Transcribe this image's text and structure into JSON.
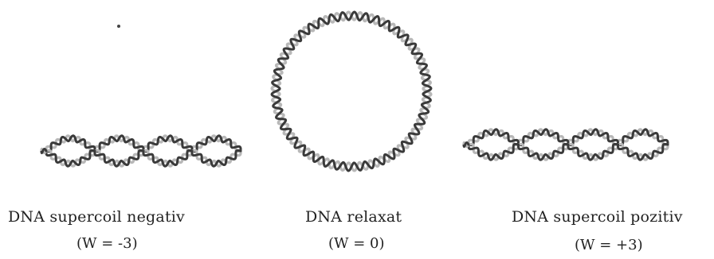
{
  "panels": [
    {
      "id": "negative",
      "label": "DNA supercoil negativ",
      "w": "(W = -3)"
    },
    {
      "id": "relaxed",
      "label": "DNA relaxat",
      "w": "(W = 0)"
    },
    {
      "id": "positive",
      "label": "DNA supercoil pozitiv",
      "w": "(W = +3)"
    }
  ],
  "colors": {
    "strand_dark": "#3a3a3a",
    "strand_light": "#b8b8b8"
  }
}
